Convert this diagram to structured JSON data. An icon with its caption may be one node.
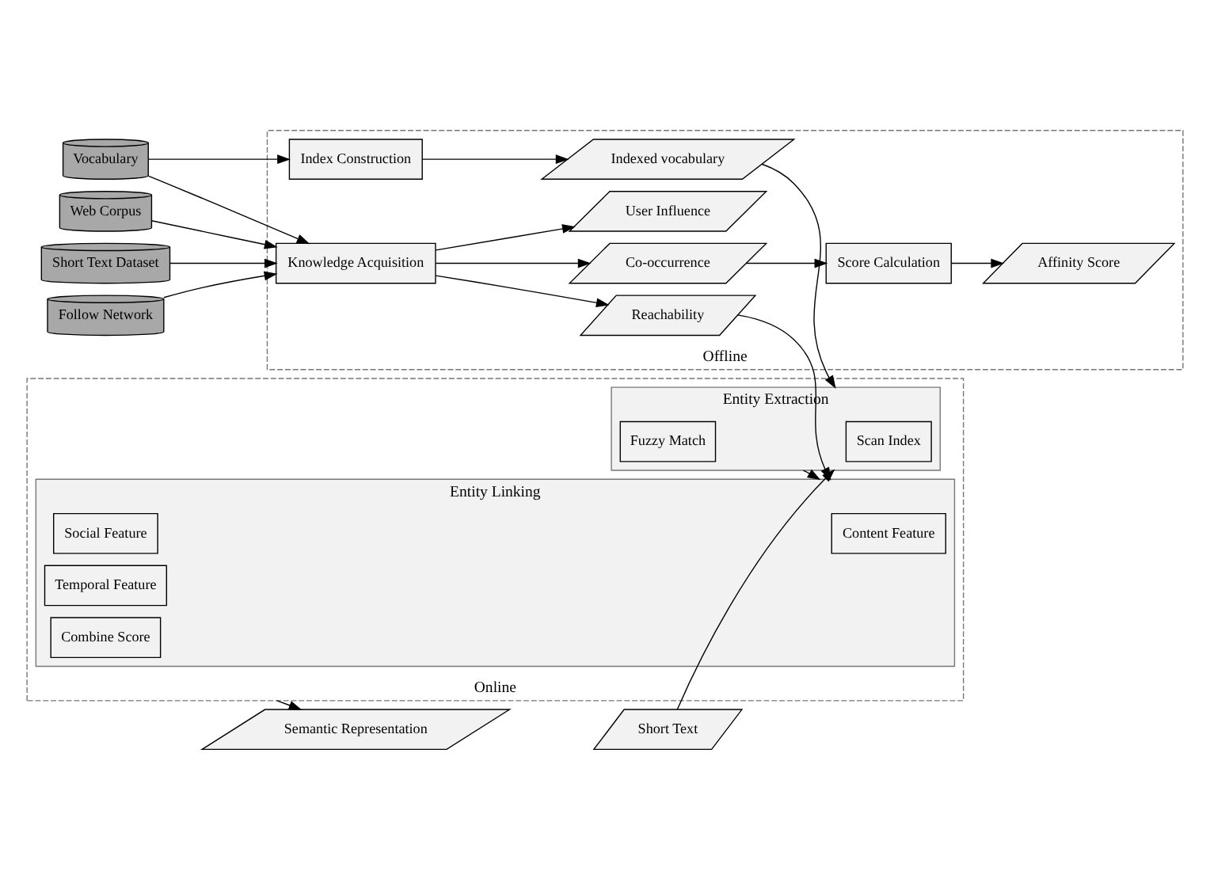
{
  "diagram": {
    "nodes": [
      {
        "text": [
          "Vocabulary"
        ]
      },
      {
        "text": [
          "Web Corpus"
        ]
      },
      {
        "text": [
          "Short Text Dataset"
        ]
      },
      {
        "text": [
          "Follow Network"
        ]
      },
      {
        "text": [
          "Offline"
        ]
      },
      {
        "text": [
          "Index Construction"
        ],
        "in": 4
      },
      {
        "text": [
          "Indexed vocabulary"
        ],
        "in": 4
      },
      {
        "text": [
          "Knowledge Acquisition"
        ],
        "in": 4
      },
      {
        "text": [
          "Co-occurrence"
        ],
        "in": 4
      },
      {
        "text": [
          "Score Calculation"
        ],
        "in": 4
      },
      {
        "text": [
          "Affinity Score"
        ],
        "in": 4
      },
      {
        "text": [
          "Reachability"
        ],
        "in": 4
      },
      {
        "text": [
          "User Influence"
        ],
        "in": 4
      },
      {
        "text": [
          "Online"
        ]
      },
      {
        "text": [
          "Short Text"
        ]
      },
      {
        "text": [
          "Entity Extraction"
        ],
        "in": 13
      },
      {
        "text": [
          "Scan Index"
        ],
        "in": 15
      },
      {
        "text": [
          "Fuzzy Match"
        ],
        "in": 15
      },
      {
        "text": [
          "Entity Linking"
        ],
        "in": 13
      },
      {
        "text": [
          "Content Feature"
        ],
        "in": 18
      },
      {
        "text": [
          "Social Feature"
        ],
        "in": 18
      },
      {
        "text": [
          "Temporal Feature"
        ],
        "in": 18
      },
      {
        "text": [
          "Combine Score"
        ],
        "in": 18
      },
      {
        "text": [
          "Semantic Representation"
        ]
      }
    ],
    "edges": [
      {
        "from": 0,
        "to": 5,
        "arrow": "to"
      },
      {
        "from": 0,
        "to": 7,
        "arrow": "to"
      },
      {
        "from": 1,
        "to": 7,
        "arrow": "to"
      },
      {
        "from": 2,
        "to": 7,
        "arrow": "to"
      },
      {
        "from": 3,
        "to": 7,
        "arrow": "to"
      },
      {
        "from": 5,
        "to": 6,
        "arrow": "to"
      },
      {
        "from": 7,
        "to": 8,
        "arrow": "to"
      },
      {
        "from": 7,
        "to": 11,
        "arrow": "to"
      },
      {
        "from": 7,
        "to": 12,
        "arrow": "to"
      },
      {
        "from": 8,
        "to": 9,
        "arrow": "to"
      },
      {
        "from": 9,
        "to": 10,
        "arrow": "to"
      },
      {
        "from": 6,
        "to": 15,
        "arrow": "to"
      },
      {
        "from": 11,
        "to": 18,
        "arrow": "to"
      },
      {
        "from": 14,
        "to": 15,
        "arrow": "to"
      },
      {
        "from": 15,
        "to": 18,
        "arrow": "to"
      },
      {
        "from": 13,
        "to": 23,
        "arrow": "to"
      }
    ]
  }
}
